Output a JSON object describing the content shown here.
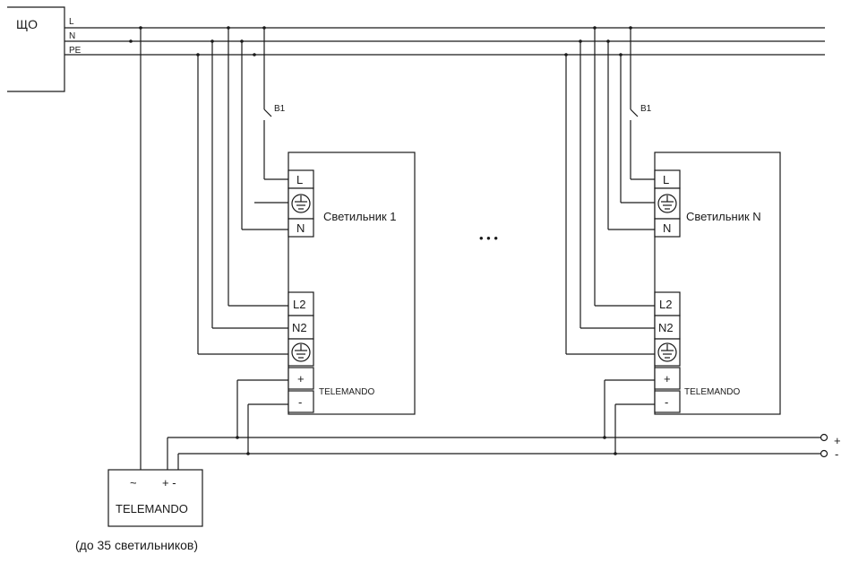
{
  "panel": {
    "label": "ЩО",
    "bus_labels": [
      "L",
      "N",
      "PE"
    ]
  },
  "fixtures": [
    {
      "name": "Светильник 1",
      "switch": "B1",
      "terminals_top": [
        "L",
        "N"
      ],
      "terminals_bottom": [
        "L2",
        "N2",
        "+",
        "-"
      ],
      "module": "TELEMANDO"
    },
    {
      "name": "Светильник N",
      "switch": "B1",
      "terminals_top": [
        "L",
        "N"
      ],
      "terminals_bottom": [
        "L2",
        "N2",
        "+",
        "-"
      ],
      "module": "TELEMANDO"
    }
  ],
  "ellipsis": "• • •",
  "controller": {
    "name": "TELEMANDO",
    "inputs": [
      "~",
      "+ -"
    ],
    "note": "(до 35 светильников)"
  },
  "output_terminals": [
    "+",
    "-"
  ]
}
